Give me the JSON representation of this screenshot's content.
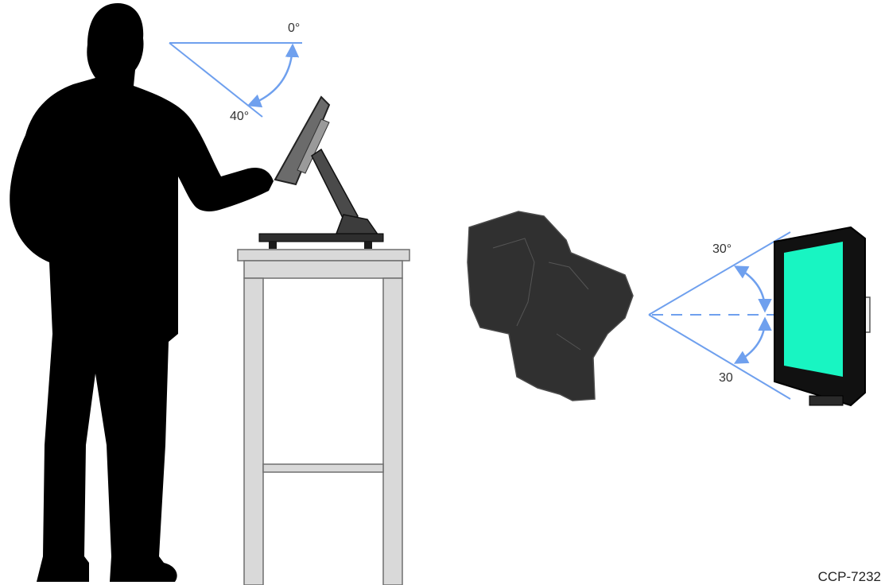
{
  "diagram": {
    "top_angle_label": "0°",
    "bottom_angle_label": "40°",
    "side_upper_label": "30°",
    "side_lower_label": "30",
    "figure_code": "CCP-7232"
  },
  "colors": {
    "guide_line": "#6fa0ee",
    "silhouette": "#000000",
    "table_fill": "#d9d9d9",
    "screen_fill": "#18f5c2",
    "head": "#303030"
  },
  "icons": {
    "person": "standing-person-silhouette",
    "terminal": "pos-terminal-side-view",
    "head": "head-side-view",
    "display": "display-front-view"
  }
}
